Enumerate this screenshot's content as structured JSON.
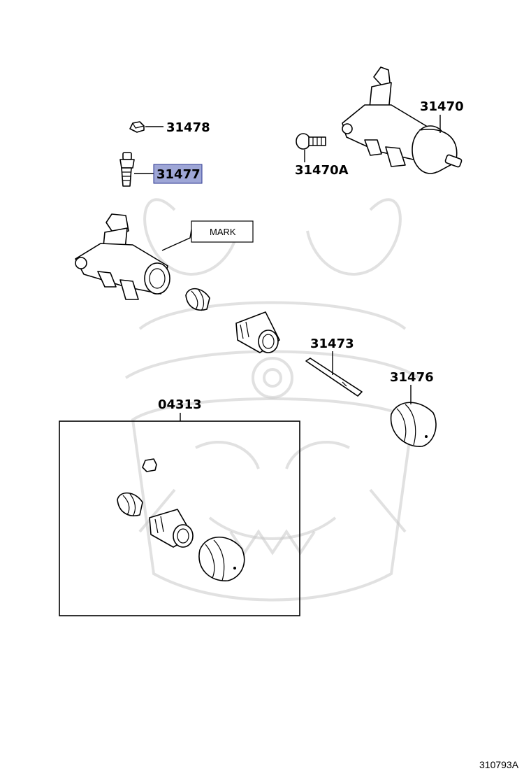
{
  "callouts": {
    "p31478": "31478",
    "p31477": "31477",
    "p31470": "31470",
    "p31470A": "31470A",
    "mark": "MARK",
    "p31473": "31473",
    "p31476": "31476",
    "p04313": "04313"
  },
  "figure_id": "310793A",
  "highlight_color": "#9ea6d6",
  "highlight_border": "#2b3590"
}
